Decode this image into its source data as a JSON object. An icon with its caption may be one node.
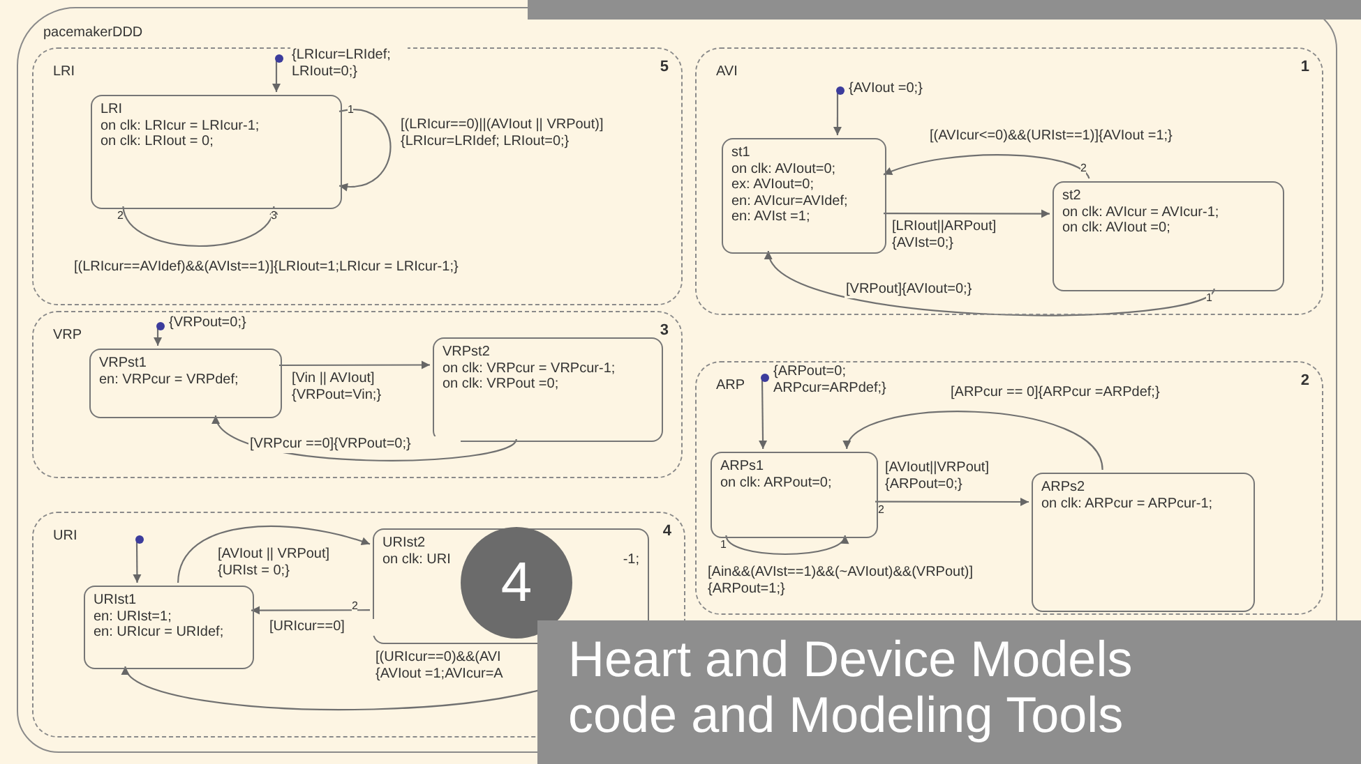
{
  "diagram": {
    "caption": "Heart and Device Models code and Modeling Tools",
    "nodes": [
      {
        "text": [
          "pacemakerDDD"
        ]
      },
      {
        "text": [
          "LRI",
          "5"
        ],
        "in": 0
      },
      {
        "text": [
          "LRI",
          "on clk: LRIcur = LRIcur-1;",
          "on clk: LRIout = 0;"
        ],
        "in": 1
      },
      {
        "text": [],
        "shape": "circle",
        "in": 1
      },
      {
        "text": [
          "AVI",
          "1"
        ],
        "in": 0
      },
      {
        "text": [],
        "shape": "circle",
        "in": 4
      },
      {
        "text": [
          "st1",
          "on clk: AVIout=0;",
          "ex: AVIout=0;",
          "en: AVIcur=AVIdef;",
          "en: AVIst =1;"
        ],
        "in": 4
      },
      {
        "text": [
          "st2",
          "on clk: AVIcur = AVIcur-1;",
          "on clk: AVIout =0;"
        ],
        "in": 4
      },
      {
        "text": [
          "VRP",
          "3"
        ],
        "in": 0
      },
      {
        "text": [],
        "shape": "circle",
        "in": 8
      },
      {
        "text": [
          "VRPst1",
          "en: VRPcur = VRPdef;"
        ],
        "in": 8
      },
      {
        "text": [
          "VRPst2",
          "on clk: VRPcur = VRPcur-1;",
          "on clk: VRPout =0;"
        ],
        "in": 8
      },
      {
        "text": [
          "ARP",
          "2"
        ],
        "in": 0
      },
      {
        "text": [],
        "shape": "circle",
        "in": 12
      },
      {
        "text": [
          "ARPs1",
          "on clk: ARPout=0;"
        ],
        "in": 12
      },
      {
        "text": [
          "ARPs2",
          "on clk: ARPcur = ARPcur-1;"
        ],
        "in": 12
      },
      {
        "text": [
          "URI",
          "4"
        ],
        "in": 0
      },
      {
        "text": [],
        "shape": "circle",
        "in": 16
      },
      {
        "text": [
          "URIst1",
          "en: URIst=1;",
          "en: URIcur = URIdef;"
        ],
        "in": 16
      },
      {
        "text": [
          "URIst2",
          "on clk: URI",
          "-1;"
        ],
        "in": 16
      }
    ],
    "edges": [
      {
        "from": 3,
        "to": 2,
        "arrow": "to",
        "label": "{LRIcur=LRIdef; LRIout=0;}"
      },
      {
        "from": 2,
        "to": 2,
        "arrow": "to",
        "label": "[(LRIcur==0)||(AVIout || VRPout)] {LRIcur=LRIdef; LRIout=0;}"
      },
      {
        "from": 2,
        "to": 2,
        "arrow": "to",
        "label": "[(LRIcur==AVIdef)&&(AVIst==1)]{LRIout=1;LRIcur = LRIcur-1;}"
      },
      {
        "from": 5,
        "to": 6,
        "arrow": "to",
        "label": "{AVIout =0;}"
      },
      {
        "from": 7,
        "to": 6,
        "arrow": "to",
        "label": "[(AVIcur<=0)&&(URIst==1)]{AVIout =1;}"
      },
      {
        "from": 6,
        "to": 7,
        "arrow": "to",
        "label": "[LRIout||ARPout] {AVIst=0;}"
      },
      {
        "from": 7,
        "to": 6,
        "arrow": "to",
        "label": "[VRPout]{AVIout=0;}"
      },
      {
        "from": 9,
        "to": 10,
        "arrow": "to",
        "label": "{VRPout=0;}"
      },
      {
        "from": 10,
        "to": 11,
        "arrow": "to",
        "label": "[Vin || AVIout] {VRPout=Vin;}"
      },
      {
        "from": 11,
        "to": 10,
        "arrow": "to",
        "label": "[VRPcur ==0]{VRPout=0;}"
      },
      {
        "from": 13,
        "to": 14,
        "arrow": "to",
        "label": "{ARPout=0; ARPcur=ARPdef;}"
      },
      {
        "from": 15,
        "to": 14,
        "arrow": "to",
        "label": "[ARPcur == 0]{ARPcur =ARPdef;}"
      },
      {
        "from": 14,
        "to": 15,
        "arrow": "to",
        "label": "[AVIout||VRPout] {ARPout=0;}"
      },
      {
        "from": 14,
        "to": 14,
        "arrow": "to",
        "label": "[Ain&&(AVIst==1)&&(~AVIout)&&(VRPout)] {ARPout=1;}"
      },
      {
        "from": 17,
        "to": 18,
        "arrow": "to"
      },
      {
        "from": 18,
        "to": 19,
        "arrow": "to",
        "label": "[AVIout || VRPout] {URIst = 0;}"
      },
      {
        "from": 19,
        "to": 18,
        "arrow": "to",
        "label": "[URIcur==0]"
      },
      {
        "from": 19,
        "to": 18,
        "arrow": "to",
        "label": "[(URIcur==0)&&(AVI {AVIout =1;AVIcur=A"
      }
    ],
    "labels": [
      "1",
      "2",
      "3",
      "2",
      "1",
      "2",
      "1",
      "2",
      "4"
    ]
  }
}
